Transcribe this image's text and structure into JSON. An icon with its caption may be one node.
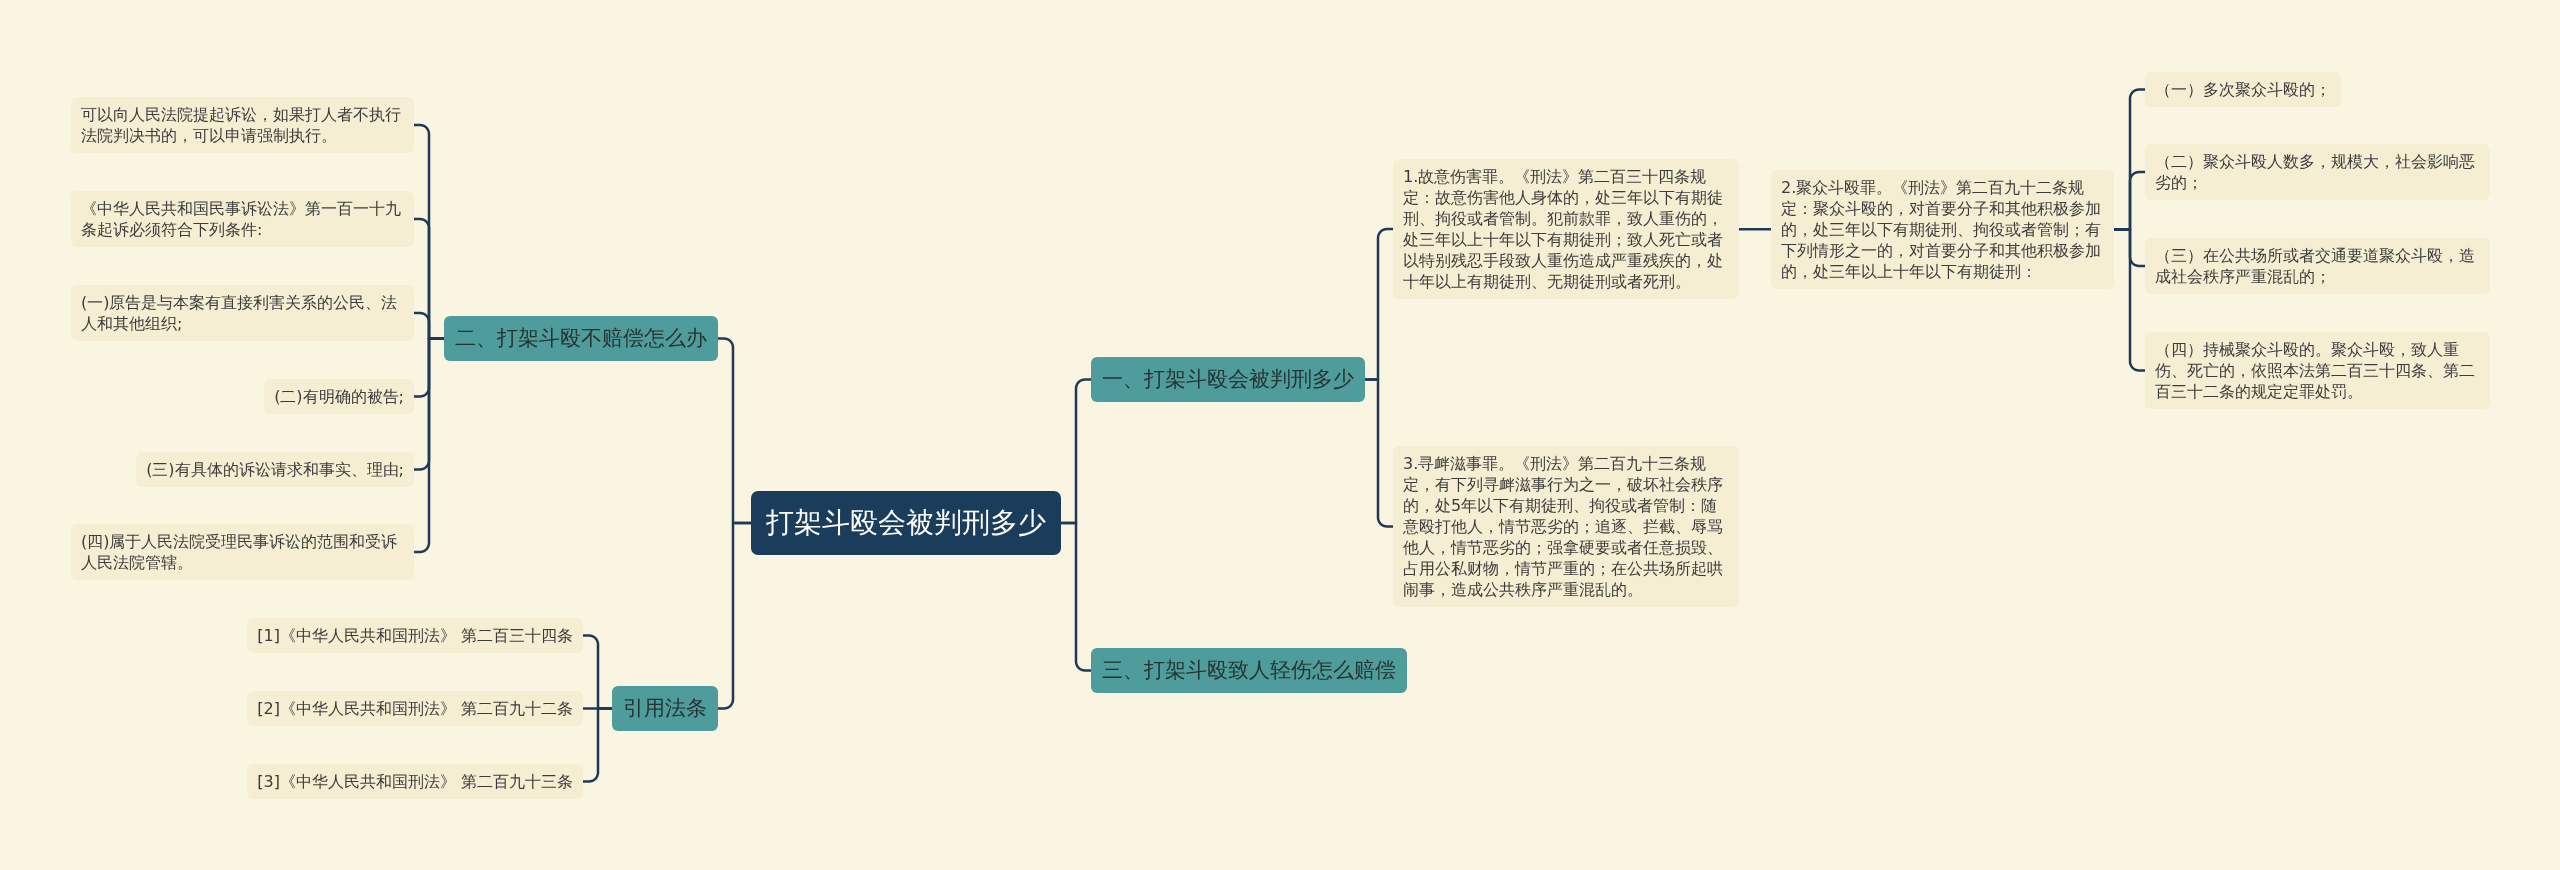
{
  "diagram": {
    "nodes": [
      {
        "text": [
          "打架斗殴会被判刑多少"
        ]
      },
      {
        "text": [
          "一、打架斗殴会被判刑多少"
        ]
      },
      {
        "text": [
          "1.故意伤害罪。《刑法》第二百三十四条规定：故意伤害他人身体的，处三年以下有期徒刑、拘役或者管制。犯前款罪，致人重伤的，处三年以上十年以下有期徒刑；致人死亡或者以特别残忍手段致人重伤造成严重残疾的，处十年以上有期徒刑、无期徒刑或者死刑。"
        ]
      },
      {
        "text": [
          "2.聚众斗殴罪。《刑法》第二百九十二条规定：聚众斗殴的，对首要分子和其他积极参加的，处三年以下有期徒刑、拘役或者管制；有下列情形之一的，对首要分子和其他积极参加的，处三年以上十年以下有期徒刑："
        ]
      },
      {
        "text": [
          "（一）多次聚众斗殴的；"
        ]
      },
      {
        "text": [
          "（二）聚众斗殴人数多，规模大，社会影响恶劣的；"
        ]
      },
      {
        "text": [
          "（三）在公共场所或者交通要道聚众斗殴，造成社会秩序严重混乱的；"
        ]
      },
      {
        "text": [
          "（四）持械聚众斗殴的。聚众斗殴，致人重伤、死亡的，依照本法第二百三十四条、第二百三十二条的规定定罪处罚。"
        ]
      },
      {
        "text": [
          "3.寻衅滋事罪。《刑法》第二百九十三条规定，有下列寻衅滋事行为之一，破坏社会秩序的，处5年以下有期徒刑、拘役或者管制：随意殴打他人，情节恶劣的；追逐、拦截、辱骂他人，情节恶劣的；强拿硬要或者任意损毁、占用公私财物，情节严重的；在公共场所起哄闹事，造成公共秩序严重混乱的。"
        ]
      },
      {
        "text": [
          "三、打架斗殴致人轻伤怎么赔偿"
        ]
      },
      {
        "text": [
          "二、打架斗殴不赔偿怎么办"
        ]
      },
      {
        "text": [
          "可以向人民法院提起诉讼，如果打人者不执行法院判决书的，可以申请强制执行。"
        ]
      },
      {
        "text": [
          "《中华人民共和国民事诉讼法》第一百一十九条起诉必须符合下列条件:"
        ]
      },
      {
        "text": [
          "(一)原告是与本案有直接利害关系的公民、法人和其他组织;"
        ]
      },
      {
        "text": [
          "(二)有明确的被告;"
        ]
      },
      {
        "text": [
          "(三)有具体的诉讼请求和事实、理由;"
        ]
      },
      {
        "text": [
          "(四)属于人民法院受理民事诉讼的范围和受诉人民法院管辖。"
        ]
      },
      {
        "text": [
          "引用法条"
        ]
      },
      {
        "text": [
          "[1]《中华人民共和国刑法》 第二百三十四条"
        ]
      },
      {
        "text": [
          "[2]《中华人民共和国刑法》 第二百九十二条"
        ]
      },
      {
        "text": [
          "[3]《中华人民共和国刑法》 第二百九十三条"
        ]
      }
    ],
    "edges": [
      {
        "from": 0,
        "to": 1,
        "arrow": "none"
      },
      {
        "from": 1,
        "to": 2,
        "arrow": "none"
      },
      {
        "from": 2,
        "to": 3,
        "arrow": "none"
      },
      {
        "from": 3,
        "to": 4,
        "arrow": "none"
      },
      {
        "from": 3,
        "to": 5,
        "arrow": "none"
      },
      {
        "from": 3,
        "to": 6,
        "arrow": "none"
      },
      {
        "from": 3,
        "to": 7,
        "arrow": "none"
      },
      {
        "from": 1,
        "to": 8,
        "arrow": "none"
      },
      {
        "from": 0,
        "to": 9,
        "arrow": "none"
      },
      {
        "from": 0,
        "to": 10,
        "arrow": "none"
      },
      {
        "from": 10,
        "to": 11,
        "arrow": "none"
      },
      {
        "from": 10,
        "to": 12,
        "arrow": "none"
      },
      {
        "from": 10,
        "to": 13,
        "arrow": "none"
      },
      {
        "from": 10,
        "to": 14,
        "arrow": "none"
      },
      {
        "from": 10,
        "to": 15,
        "arrow": "none"
      },
      {
        "from": 10,
        "to": 16,
        "arrow": "none"
      },
      {
        "from": 0,
        "to": 17,
        "arrow": "none"
      },
      {
        "from": 17,
        "to": 18,
        "arrow": "none"
      },
      {
        "from": 17,
        "to": 19,
        "arrow": "none"
      },
      {
        "from": 17,
        "to": 20,
        "arrow": "none"
      }
    ]
  }
}
